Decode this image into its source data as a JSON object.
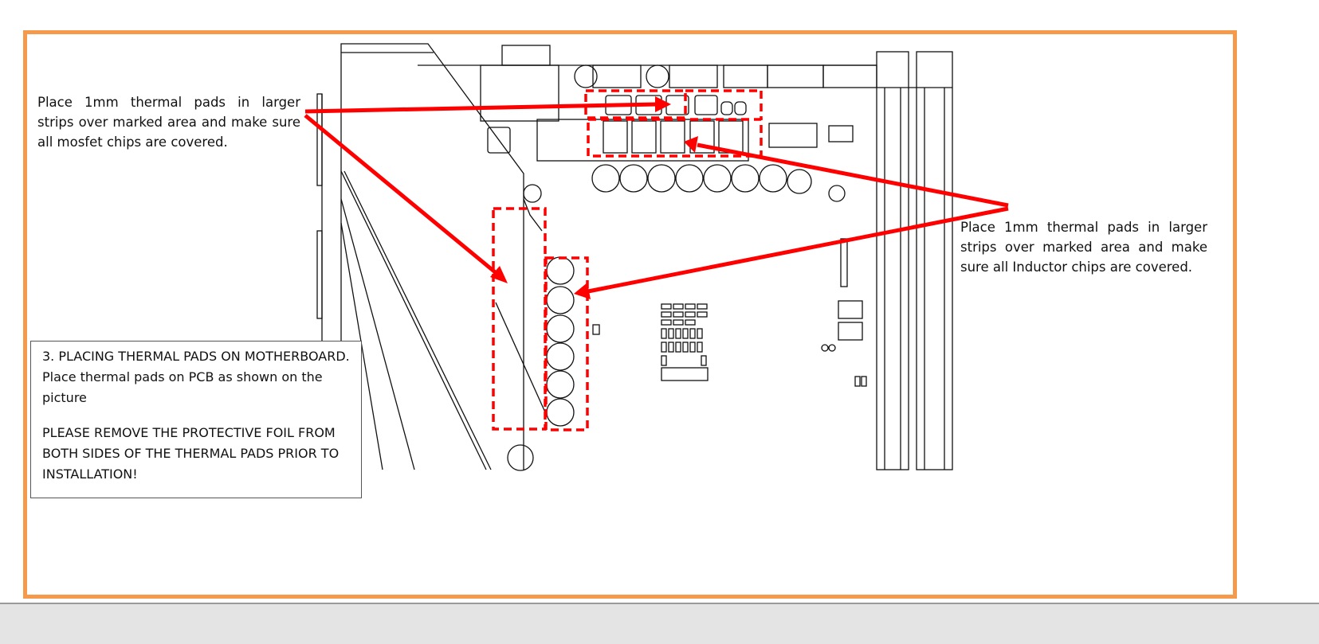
{
  "annotations": {
    "mosfet_note": "Place 1mm thermal pads in larger strips over marked area and make sure all mosfet chips are covered.",
    "inductor_note": "Place 1mm thermal pads in larger strips over marked area and make sure all Inductor chips are covered."
  },
  "instructions": {
    "step": "3. PLACING THERMAL PADS ON MOTHERBOARD. Place thermal pads on PCB as shown on the picture",
    "warning": "PLEASE REMOVE THE PROTECTIVE FOIL FROM BOTH SIDES OF THE THERMAL PADS PRIOR TO INSTALLATION!"
  },
  "colors": {
    "frame": "#F59A4A",
    "marker": "#FF0000",
    "outline": "#111111"
  }
}
